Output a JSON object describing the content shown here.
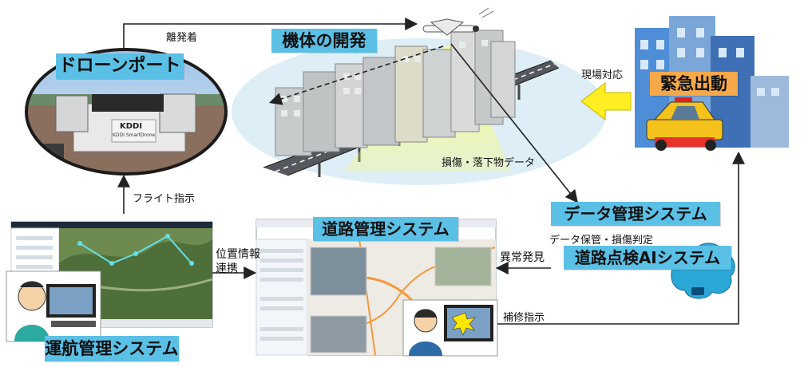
{
  "nodes": {
    "drone_port": "ドローンポート",
    "airframe_dev": "機体の開発",
    "emergency": "緊急出動",
    "data_mgmt": "データ管理システム",
    "road_ai": "道路点検AIシステム",
    "road_mgmt": "道路管理システム",
    "flight_ops": "運航管理システム"
  },
  "edge_labels": {
    "takeoff_landing": "離発着",
    "flight_instruction": "フライト指示",
    "position_info_line1": "位置情報",
    "position_info_line2": "連携",
    "damage_debris_data": "損傷・落下物データ",
    "data_storage_judgment": "データ保管・損傷判定",
    "anomaly_detected": "異常発見",
    "repair_instruction": "補修指示",
    "onsite_response": "現場対応"
  },
  "photo_text": {
    "kddi_logo": "KDDI",
    "kddi_small": "KDDI SmartDrone"
  },
  "colors": {
    "label_bg": "#5bc0e6",
    "arrow_yellow": "#ffee22",
    "ellipse": "#ddeef6"
  }
}
